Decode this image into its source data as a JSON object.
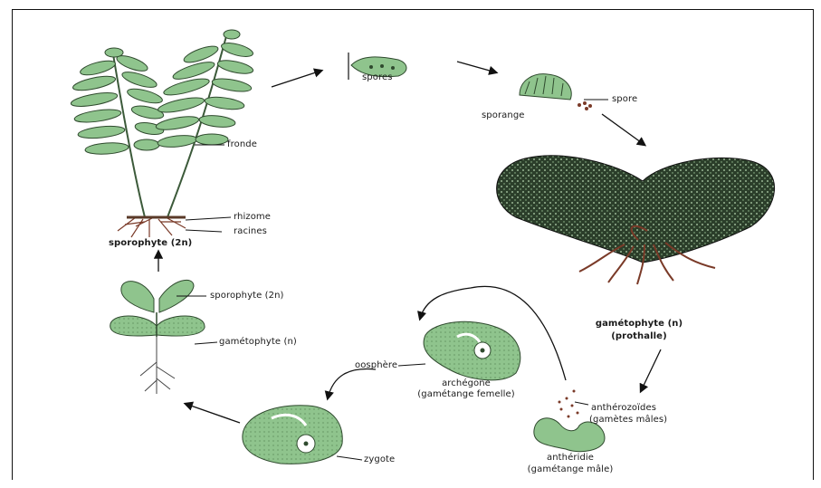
{
  "labels": {
    "spores": "spores",
    "sporange": "sporange",
    "spore": "spore",
    "fronde": "fronde",
    "rhizome": "rhizome",
    "racines": "racines",
    "sporophyte_2n_bold": "sporophyte (2n)",
    "gametophyte_title": "gamétophyte (n)",
    "prothalle": "(prothalle)",
    "young_sporophyte": "sporophyte (2n)",
    "young_gametophyte": "gamétophyte (n)",
    "oosphere": "oosphère",
    "archegone": "archégone",
    "archegone_sub": "(gamétange femelle)",
    "antherozoides": "anthérozoïdes",
    "antherozoides_sub": "(gamètes mâles)",
    "antheridie": "anthéridie",
    "antheridie_sub": "(gamétange mâle)",
    "zygote": "zygote"
  },
  "colors": {
    "leaf_green": "#8fc48d",
    "dark_green": "#2f4a2e",
    "root_brown": "#7a3a28"
  }
}
